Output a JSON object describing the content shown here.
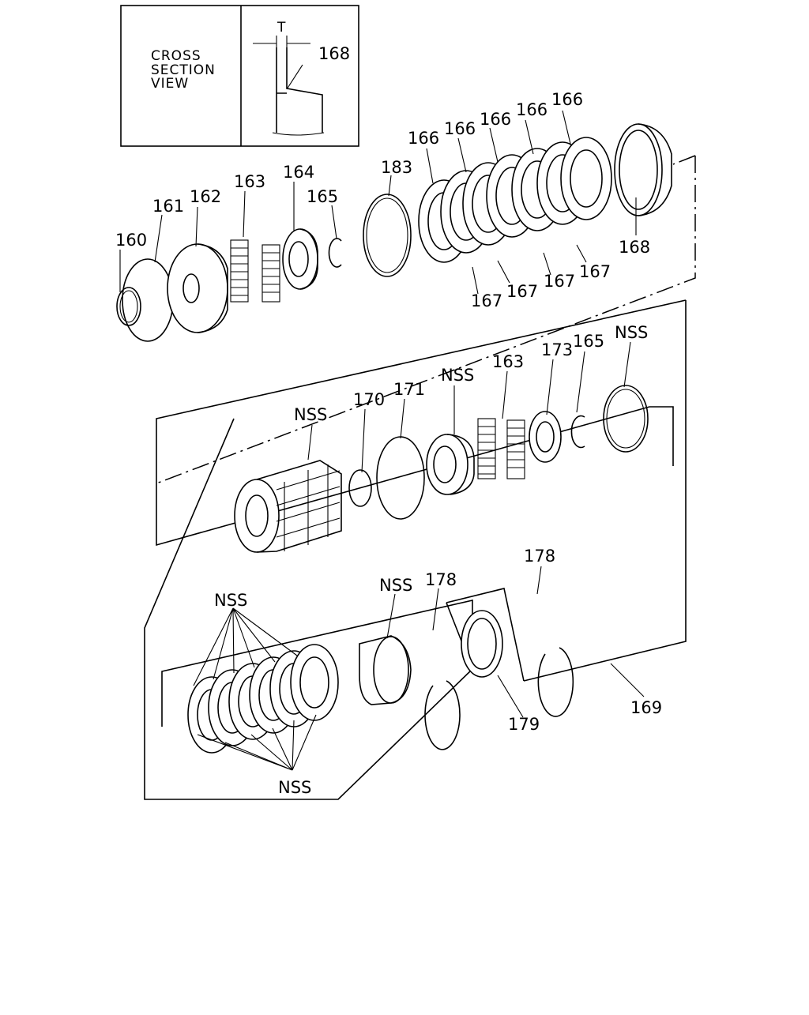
{
  "inset": {
    "lines": [
      "CROSS",
      "SECTION",
      "VIEW"
    ],
    "dimension_label": "T",
    "part_label": "168"
  },
  "labels": {
    "p160": "160",
    "p161": "161",
    "p162": "162",
    "p163a": "163",
    "p164": "164",
    "p165a": "165",
    "p183": "183",
    "p166a": "166",
    "p166b": "166",
    "p166c": "166",
    "p166d": "166",
    "p166e": "166",
    "p167a": "167",
    "p167b": "167",
    "p167c": "167",
    "p167d": "167",
    "p168": "168",
    "nss1": "NSS",
    "p170": "170",
    "p171": "171",
    "nss2": "NSS",
    "p163b": "163",
    "p173": "173",
    "p165b": "165",
    "nss3": "NSS",
    "nss4": "NSS",
    "nss5": "NSS",
    "p178a": "178",
    "p178b": "178",
    "p179": "179",
    "p169": "169",
    "nss6": "NSS"
  },
  "icons": [
    "snap-ring-icon",
    "clutch-plate-icon",
    "spring-pack-icon",
    "gear-icon",
    "piston-icon"
  ]
}
